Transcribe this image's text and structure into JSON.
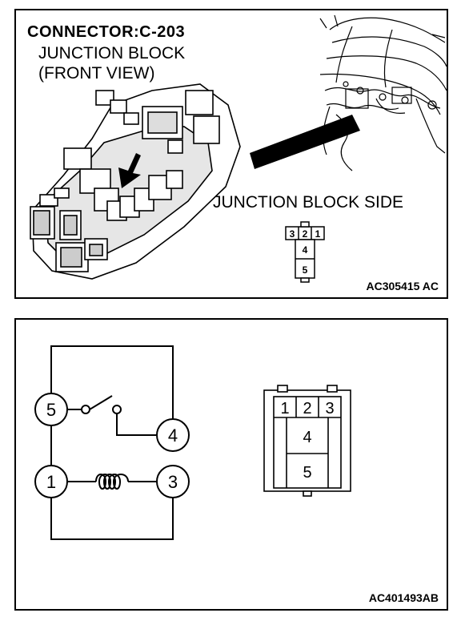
{
  "top_panel": {
    "title": "CONNECTOR:C-203",
    "subtitle_line1": "JUNCTION BLOCK",
    "subtitle_line2": "(FRONT VIEW)",
    "side_label": "JUNCTION BLOCK SIDE",
    "small_connector_pins": [
      "3",
      "2",
      "1",
      "4",
      "5"
    ],
    "figure_code": "AC305415 AC"
  },
  "bottom_panel": {
    "circuit_terminals": [
      "5",
      "4",
      "1",
      "3"
    ],
    "connector_pins": [
      "1",
      "2",
      "3",
      "4",
      "5"
    ],
    "figure_code": "AC401493AB"
  }
}
